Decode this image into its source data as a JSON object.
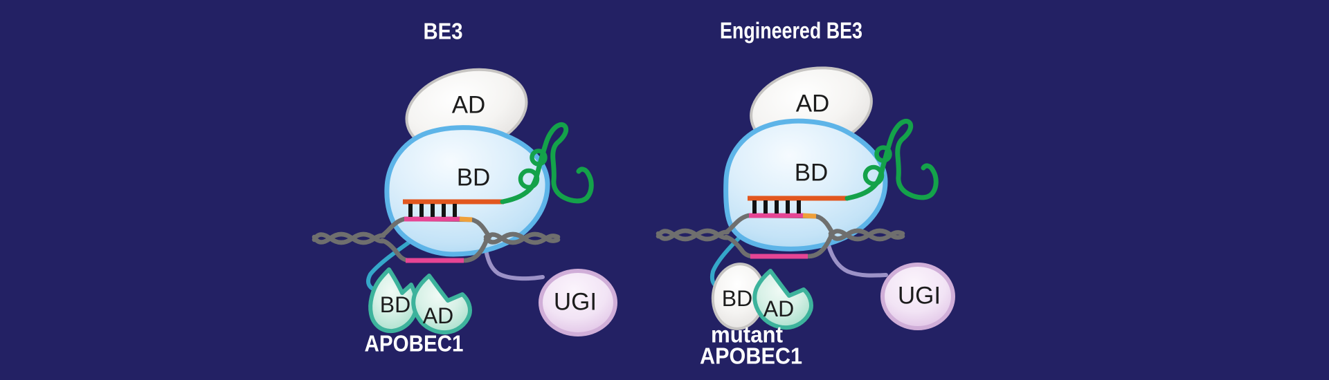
{
  "figure": {
    "panels": [
      {
        "id": "be3",
        "title": "BE3",
        "cas9": {
          "ad_label": "AD",
          "bd_label": "BD"
        },
        "apobec1": {
          "bd_label": "BD",
          "ad_label": "AD",
          "caption_lines": [
            "APOBEC1"
          ]
        },
        "ugi_label": "UGI"
      },
      {
        "id": "engineered-be3",
        "title": "Engineered BE3",
        "cas9": {
          "ad_label": "AD",
          "bd_label": "BD"
        },
        "apobec1": {
          "bd_label": "BD",
          "ad_label": "AD",
          "caption_lines": [
            "mutant",
            "APOBEC1"
          ]
        },
        "ugi_label": "UGI"
      }
    ],
    "colors": {
      "background": "#232164",
      "dna_gray": "#6f6f6e",
      "sgrna_green": "#14a24a",
      "spacer_orange": "#e2571f",
      "protospacer_pink": "#e64594",
      "pam_yellow": "#efa03b",
      "basepair_black": "#121212",
      "apobec_linker_teal": "#35a7c9",
      "ugi_linker_purple": "#9c92c7",
      "cas9_border_blue": "#5db4e8",
      "leaf_border_teal": "#3db39c",
      "title_text": "#ffffff",
      "label_text": "#1c1c1c"
    }
  }
}
